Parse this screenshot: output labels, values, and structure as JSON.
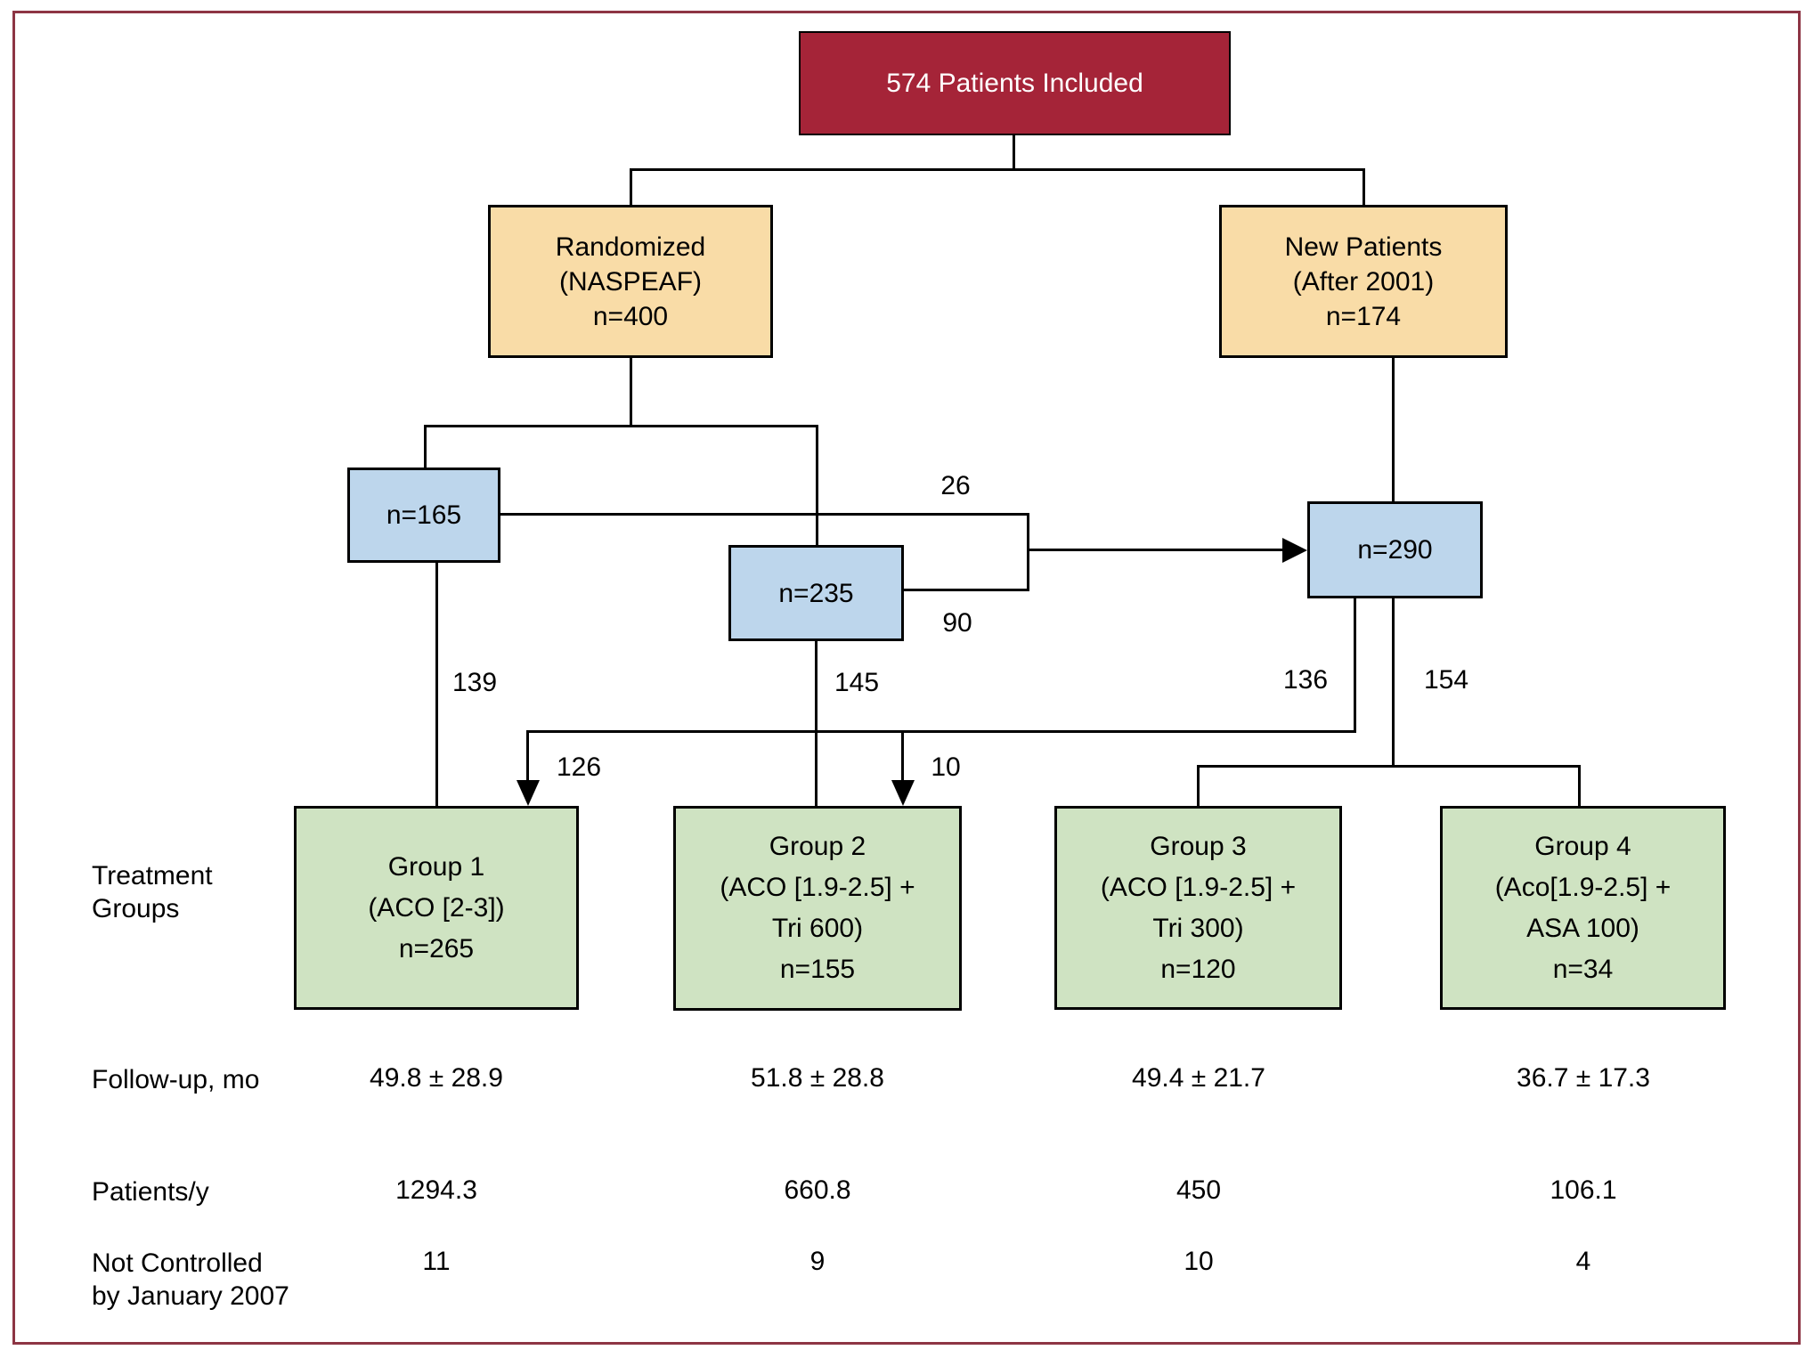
{
  "title_box": "574 Patients Included",
  "branch_boxes": {
    "randomized": "Randomized\n(NASPEAF)\nn=400",
    "new_patients": "New Patients\n(After 2001)\nn=174"
  },
  "count_boxes": {
    "n165": "n=165",
    "n235": "n=235",
    "n290": "n=290"
  },
  "flow_counts": {
    "f26": "26",
    "f90": "90",
    "f139": "139",
    "f145": "145",
    "f136": "136",
    "f154": "154",
    "f126": "126",
    "f10": "10"
  },
  "groups": [
    "Group 1\n(ACO [2-3])\nn=265",
    "Group 2\n(ACO [1.9-2.5] +\nTri 600)\nn=155",
    "Group 3\n(ACO [1.9-2.5] +\nTri 300)\nn=120",
    "Group 4\n(Aco[1.9-2.5] +\nASA 100)\nn=34"
  ],
  "row_labels": {
    "treatment_groups": "Treatment\nGroups",
    "followup": "Follow-up, mo",
    "patients_per_year": "Patients/y",
    "not_controlled": "Not Controlled\nby January 2007"
  },
  "rows": {
    "followup": [
      "49.8 ± 28.9",
      "51.8 ± 28.8",
      "49.4 ± 21.7",
      "36.7 ± 17.3"
    ],
    "patients_per_year": [
      "1294.3",
      "660.8",
      "450",
      "106.1"
    ],
    "not_controlled": [
      "11",
      "9",
      "10",
      "4"
    ]
  },
  "colors": {
    "title_box_fill": "#a52438",
    "branch_box_fill": "#f9dca7",
    "count_box_fill": "#bdd6ec",
    "group_box_fill": "#cfe3c2",
    "frame_border": "#8d3544",
    "line": "#000000"
  }
}
